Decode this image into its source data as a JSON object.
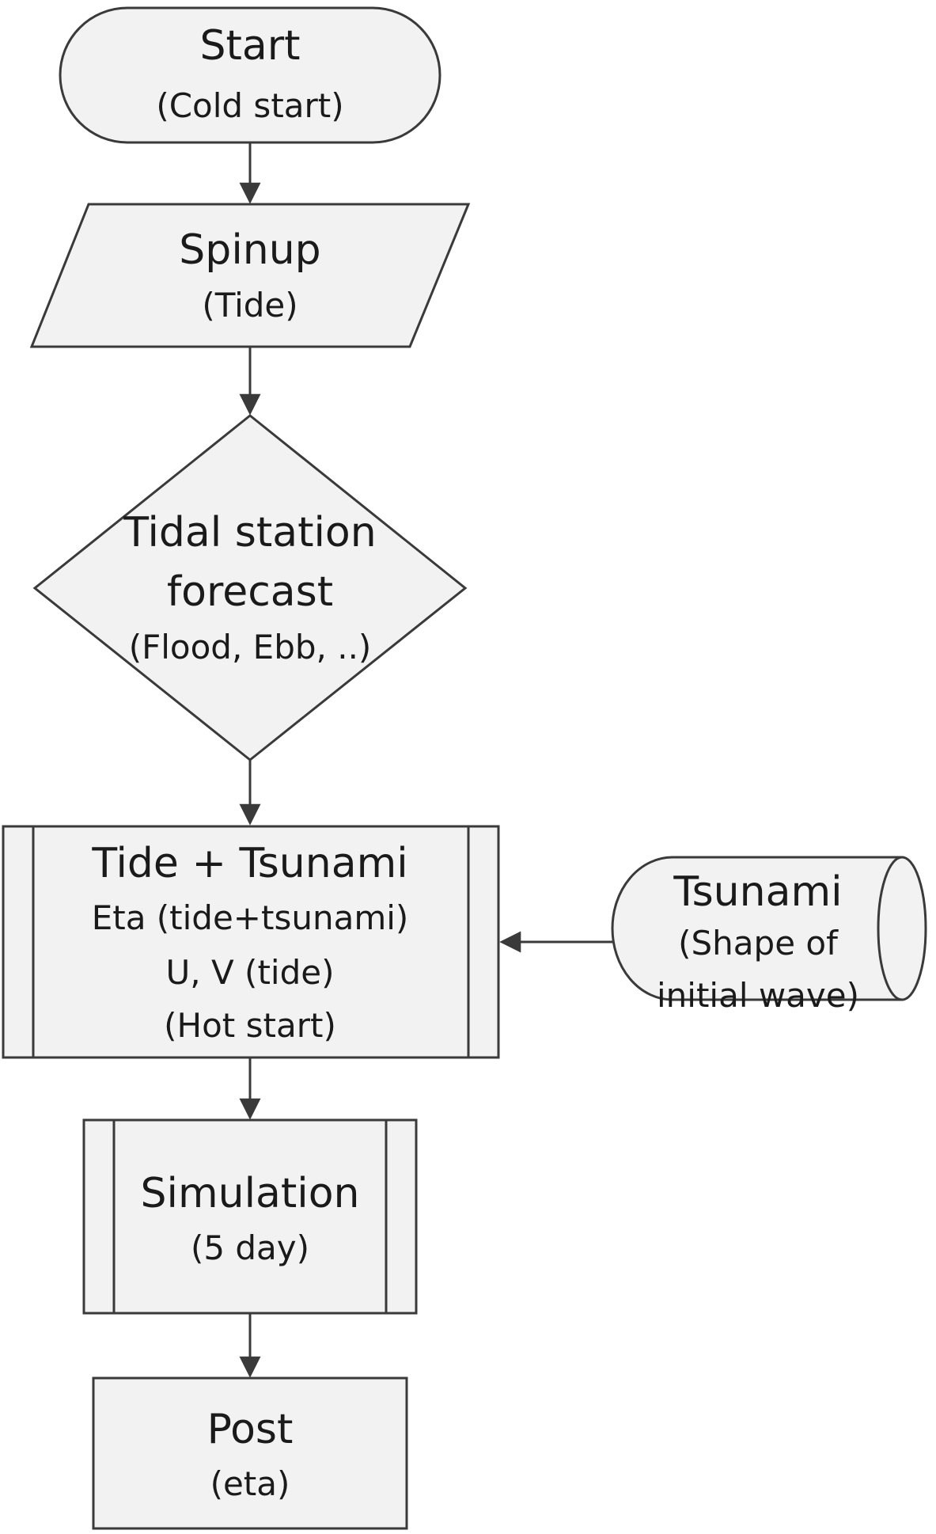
{
  "flowchart": {
    "start": {
      "title": "Start",
      "subtitle": "(Cold start)"
    },
    "spinup": {
      "title": "Spinup",
      "subtitle": "(Tide)"
    },
    "tidal_forecast": {
      "line1": "Tidal station",
      "line2": "forecast",
      "line3": "(Flood, Ebb, ..)"
    },
    "tide_tsunami": {
      "title": "Tide + Tsunami",
      "line2": "Eta (tide+tsunami)",
      "line3": "U, V (tide)",
      "line4": "(Hot start)"
    },
    "tsunami_input": {
      "title": "Tsunami",
      "line2": "(Shape of",
      "line3": "initial wave)"
    },
    "simulation": {
      "title": "Simulation",
      "subtitle": "(5 day)"
    },
    "post": {
      "title": "Post",
      "subtitle": "(eta)"
    }
  }
}
